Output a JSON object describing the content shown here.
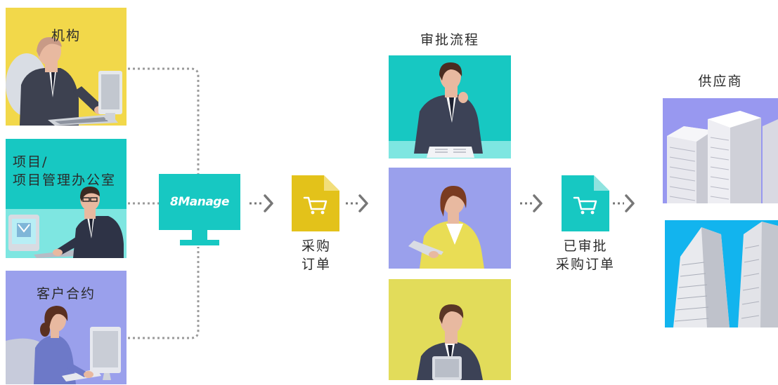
{
  "sources": [
    {
      "label": "机构",
      "bg": "#f2d84a",
      "figure": "man-at-computer"
    },
    {
      "label": "项目/\n项目管理办公室",
      "bg": "#17c8c2",
      "figure": "man-with-glasses-at-computer"
    },
    {
      "label": "客户合约",
      "bg": "#9aa0ec",
      "figure": "woman-at-computer"
    }
  ],
  "system": {
    "logo_text": "8Manage",
    "color": "#17c8c2"
  },
  "purchase_order": {
    "label": "采购\n订单",
    "icon_color": "#e3c21a",
    "icon": "cart-icon"
  },
  "approval": {
    "title": "审批流程",
    "panels": [
      {
        "bg": "#17c8c2",
        "figure": "thinking-man"
      },
      {
        "bg": "#9aa0ec",
        "figure": "woman-with-tablet"
      },
      {
        "bg": "#e2dc5a",
        "figure": "man-with-tablet"
      }
    ]
  },
  "approved_order": {
    "label": "已审批\n采购订单",
    "icon_color": "#17c8c2",
    "icon": "cart-icon"
  },
  "supplier": {
    "title": "供应商",
    "panels": [
      {
        "bg": "#9898f0",
        "figure": "buildings"
      },
      {
        "bg": "#12b4ee",
        "figure": "skyscrapers"
      }
    ]
  },
  "colors": {
    "connector": "#9a9a9a",
    "arrow": "#777777"
  }
}
